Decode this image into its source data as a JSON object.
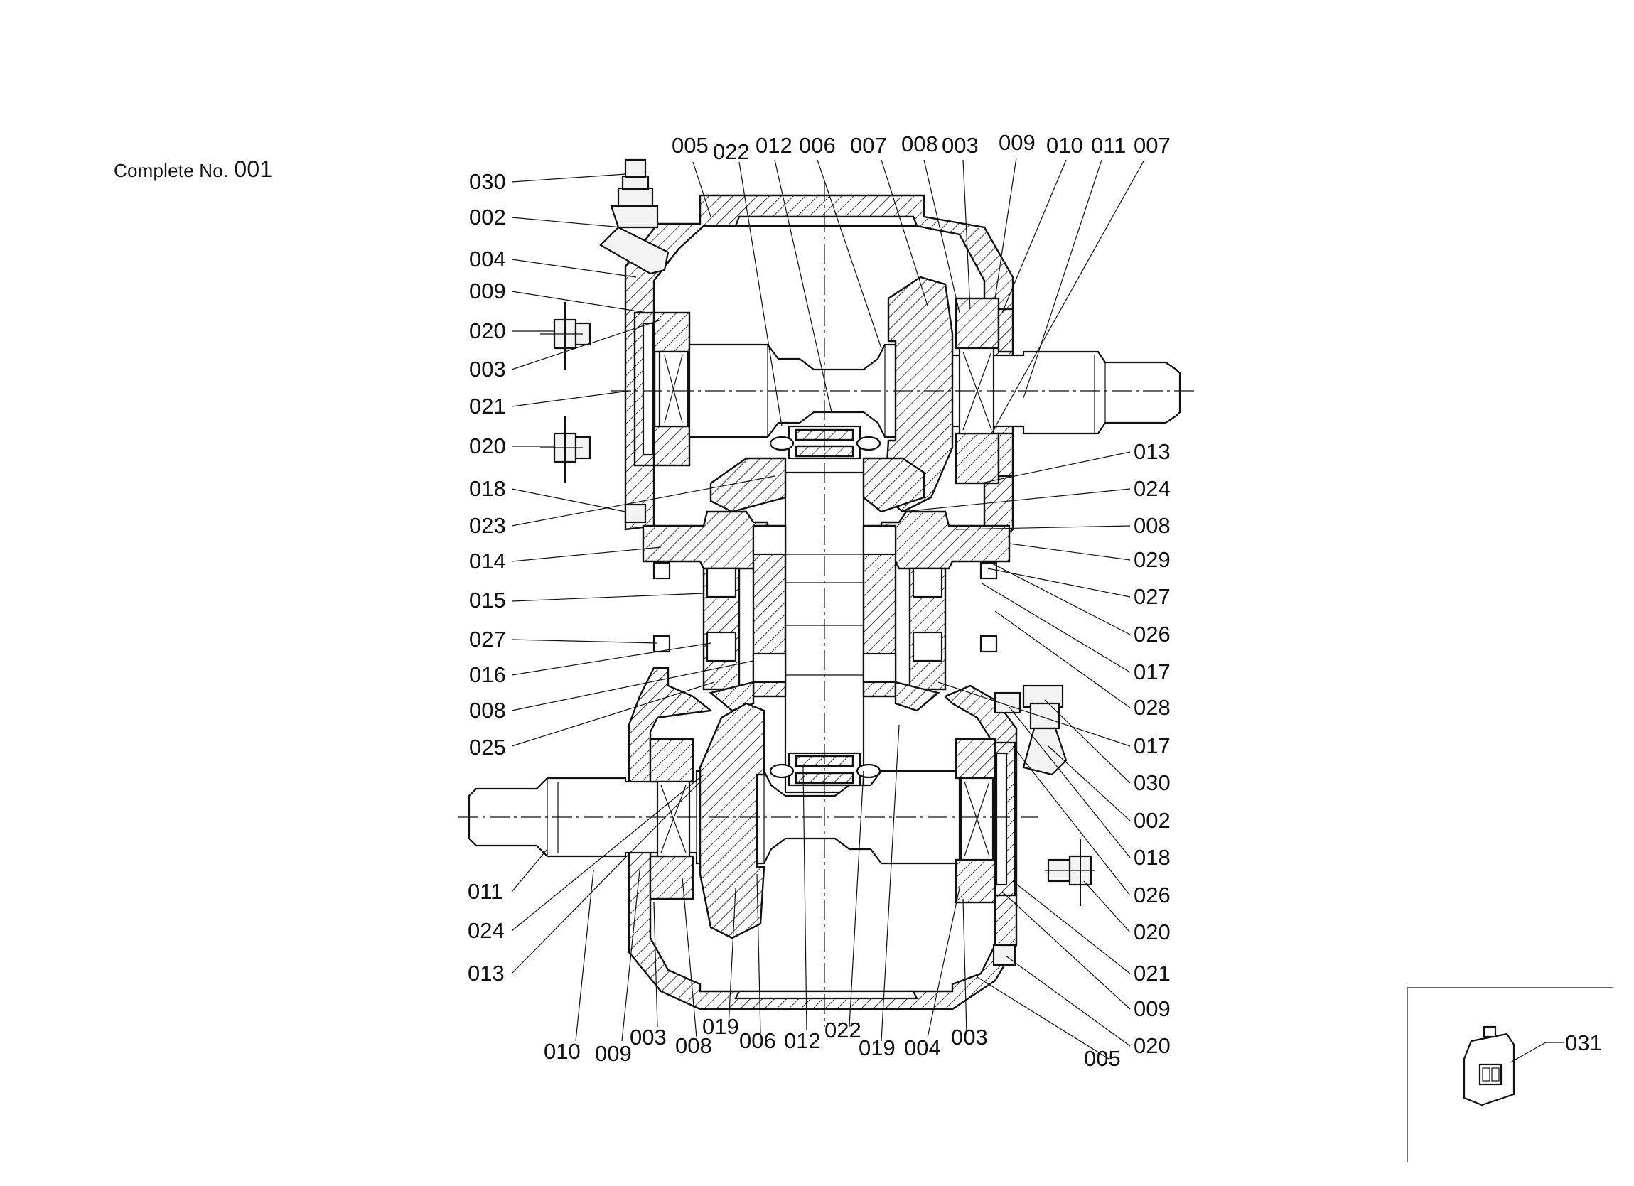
{
  "header": {
    "complete_label": "Complete No.",
    "complete_number": "001"
  },
  "callouts": {
    "top": [
      "005",
      "022",
      "012",
      "006",
      "007",
      "008",
      "003",
      "009",
      "010",
      "011",
      "007"
    ],
    "left": [
      "030",
      "002",
      "004",
      "009",
      "020",
      "003",
      "021",
      "020",
      "018",
      "023",
      "014",
      "015",
      "027",
      "016",
      "008",
      "025",
      "011",
      "024",
      "013"
    ],
    "right": [
      "013",
      "024",
      "008",
      "029",
      "027",
      "026",
      "017",
      "028",
      "017",
      "030",
      "002",
      "018",
      "026",
      "020",
      "021",
      "009",
      "020",
      "005"
    ],
    "bottom": [
      "010",
      "009",
      "003",
      "008",
      "019",
      "006",
      "012",
      "022",
      "019",
      "004",
      "003"
    ],
    "kit": "031"
  }
}
